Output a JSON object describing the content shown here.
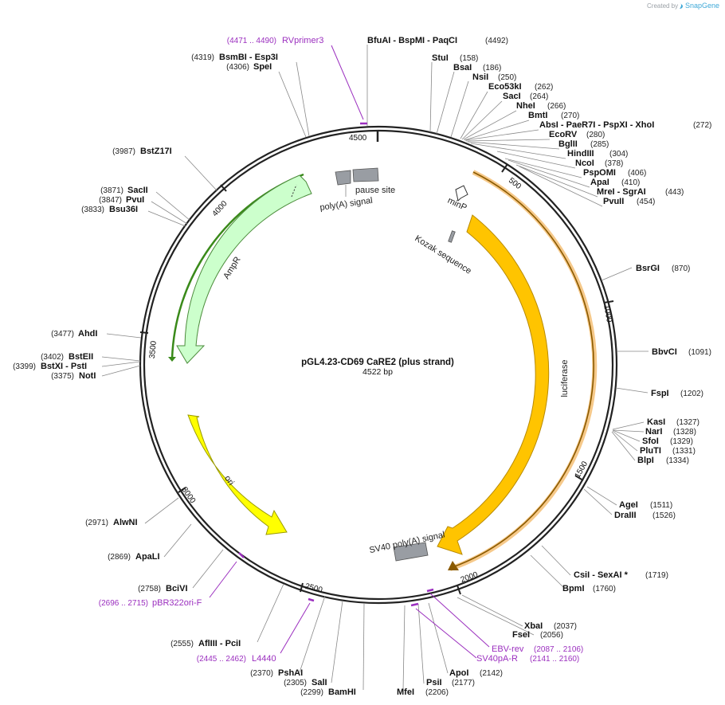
{
  "watermark": {
    "created_by": "Created by",
    "brand": "SnapGene"
  },
  "plasmid": {
    "name": "pGL4.23-CD69 CaRE2 (plus strand)",
    "length_label": "4522 bp",
    "length": 4522
  },
  "ticks": [
    "500",
    "1000",
    "1500",
    "2000",
    "2500",
    "3000",
    "3500",
    "4000",
    "4500"
  ],
  "sites_right": [
    {
      "name": "BfuAI - BspMI - PaqCI",
      "pos": "(4492)"
    },
    {
      "name": "StuI",
      "pos": "(158)"
    },
    {
      "name": "BsaI",
      "pos": "(186)"
    },
    {
      "name": "NsiI",
      "pos": "(250)"
    },
    {
      "name": "Eco53kI",
      "pos": "(262)"
    },
    {
      "name": "SacI",
      "pos": "(264)"
    },
    {
      "name": "NheI",
      "pos": "(266)"
    },
    {
      "name": "BmtI",
      "pos": "(270)"
    },
    {
      "name": "AbsI - PaeR7I - PspXI - XhoI",
      "pos": "(272)"
    },
    {
      "name": "EcoRV",
      "pos": "(280)"
    },
    {
      "name": "BglII",
      "pos": "(285)"
    },
    {
      "name": "HindIII",
      "pos": "(304)"
    },
    {
      "name": "NcoI",
      "pos": "(378)"
    },
    {
      "name": "PspOMI",
      "pos": "(406)"
    },
    {
      "name": "ApaI",
      "pos": "(410)"
    },
    {
      "name": "MreI - SgrAI",
      "pos": "(443)"
    },
    {
      "name": "PvuII",
      "pos": "(454)"
    },
    {
      "name": "BsrGI",
      "pos": "(870)"
    },
    {
      "name": "BbvCI",
      "pos": "(1091)"
    },
    {
      "name": "FspI",
      "pos": "(1202)"
    },
    {
      "name": "KasI",
      "pos": "(1327)"
    },
    {
      "name": "NarI",
      "pos": "(1328)"
    },
    {
      "name": "SfoI",
      "pos": "(1329)"
    },
    {
      "name": "PluTI",
      "pos": "(1331)"
    },
    {
      "name": "BlpI",
      "pos": "(1334)"
    },
    {
      "name": "AgeI",
      "pos": "(1511)"
    },
    {
      "name": "DraIII",
      "pos": "(1526)"
    },
    {
      "name": "CsiI - SexAI *",
      "pos": "(1719)"
    },
    {
      "name": "BpmI",
      "pos": "(1760)"
    },
    {
      "name": "XbaI",
      "pos": "(2037)"
    },
    {
      "name": "FseI",
      "pos": "(2056)"
    },
    {
      "name": "ApoI",
      "pos": "(2142)"
    },
    {
      "name": "PsiI",
      "pos": "(2177)"
    },
    {
      "name": "MfeI",
      "pos": "(2206)"
    }
  ],
  "sites_left": [
    {
      "name": "BsmBI - Esp3I",
      "pos": "(4319)"
    },
    {
      "name": "SpeI",
      "pos": "(4306)"
    },
    {
      "name": "BstZ17I",
      "pos": "(3987)"
    },
    {
      "name": "SacII",
      "pos": "(3871)"
    },
    {
      "name": "PvuI",
      "pos": "(3847)"
    },
    {
      "name": "Bsu36I",
      "pos": "(3833)"
    },
    {
      "name": "AhdI",
      "pos": "(3477)"
    },
    {
      "name": "BstEII",
      "pos": "(3402)"
    },
    {
      "name": "BstXI - PstI",
      "pos": "(3399)"
    },
    {
      "name": "NotI",
      "pos": "(3375)"
    },
    {
      "name": "AlwNI",
      "pos": "(2971)"
    },
    {
      "name": "ApaLI",
      "pos": "(2869)"
    },
    {
      "name": "BciVI",
      "pos": "(2758)"
    },
    {
      "name": "AflIII - PciI",
      "pos": "(2555)"
    },
    {
      "name": "PshAI",
      "pos": "(2370)"
    },
    {
      "name": "SalI",
      "pos": "(2305)"
    },
    {
      "name": "BamHI",
      "pos": "(2299)"
    }
  ],
  "primers": [
    {
      "name": "RVprimer3",
      "range": "(4471 .. 4490)"
    },
    {
      "name": "EBV-rev",
      "range": "(2087 .. 2106)"
    },
    {
      "name": "SV40pA-R",
      "range": "(2141 .. 2160)"
    },
    {
      "name": "pBR322ori-F",
      "range": "(2696 .. 2715)"
    },
    {
      "name": "L4440",
      "range": "(2445 .. 2462)"
    }
  ],
  "features": {
    "luciferase": "luciferase",
    "ampr": "AmpR",
    "ori": "ori",
    "minp": "minP",
    "kozak": "Kozak sequence",
    "pause": "pause site",
    "polya": "poly(A) signal",
    "sv40": "SV40 poly(A) signal"
  },
  "colors": {
    "backbone": "#222222",
    "luciferase": "#ffc400",
    "luciferase_halo": "#f6c98a",
    "ampr": "#ccffcc",
    "ampr_outline": "#3a8a1a",
    "ori": "#ffff00",
    "terminator": "#999da3",
    "primer": "#9b2fbf",
    "label_line": "#888888"
  }
}
